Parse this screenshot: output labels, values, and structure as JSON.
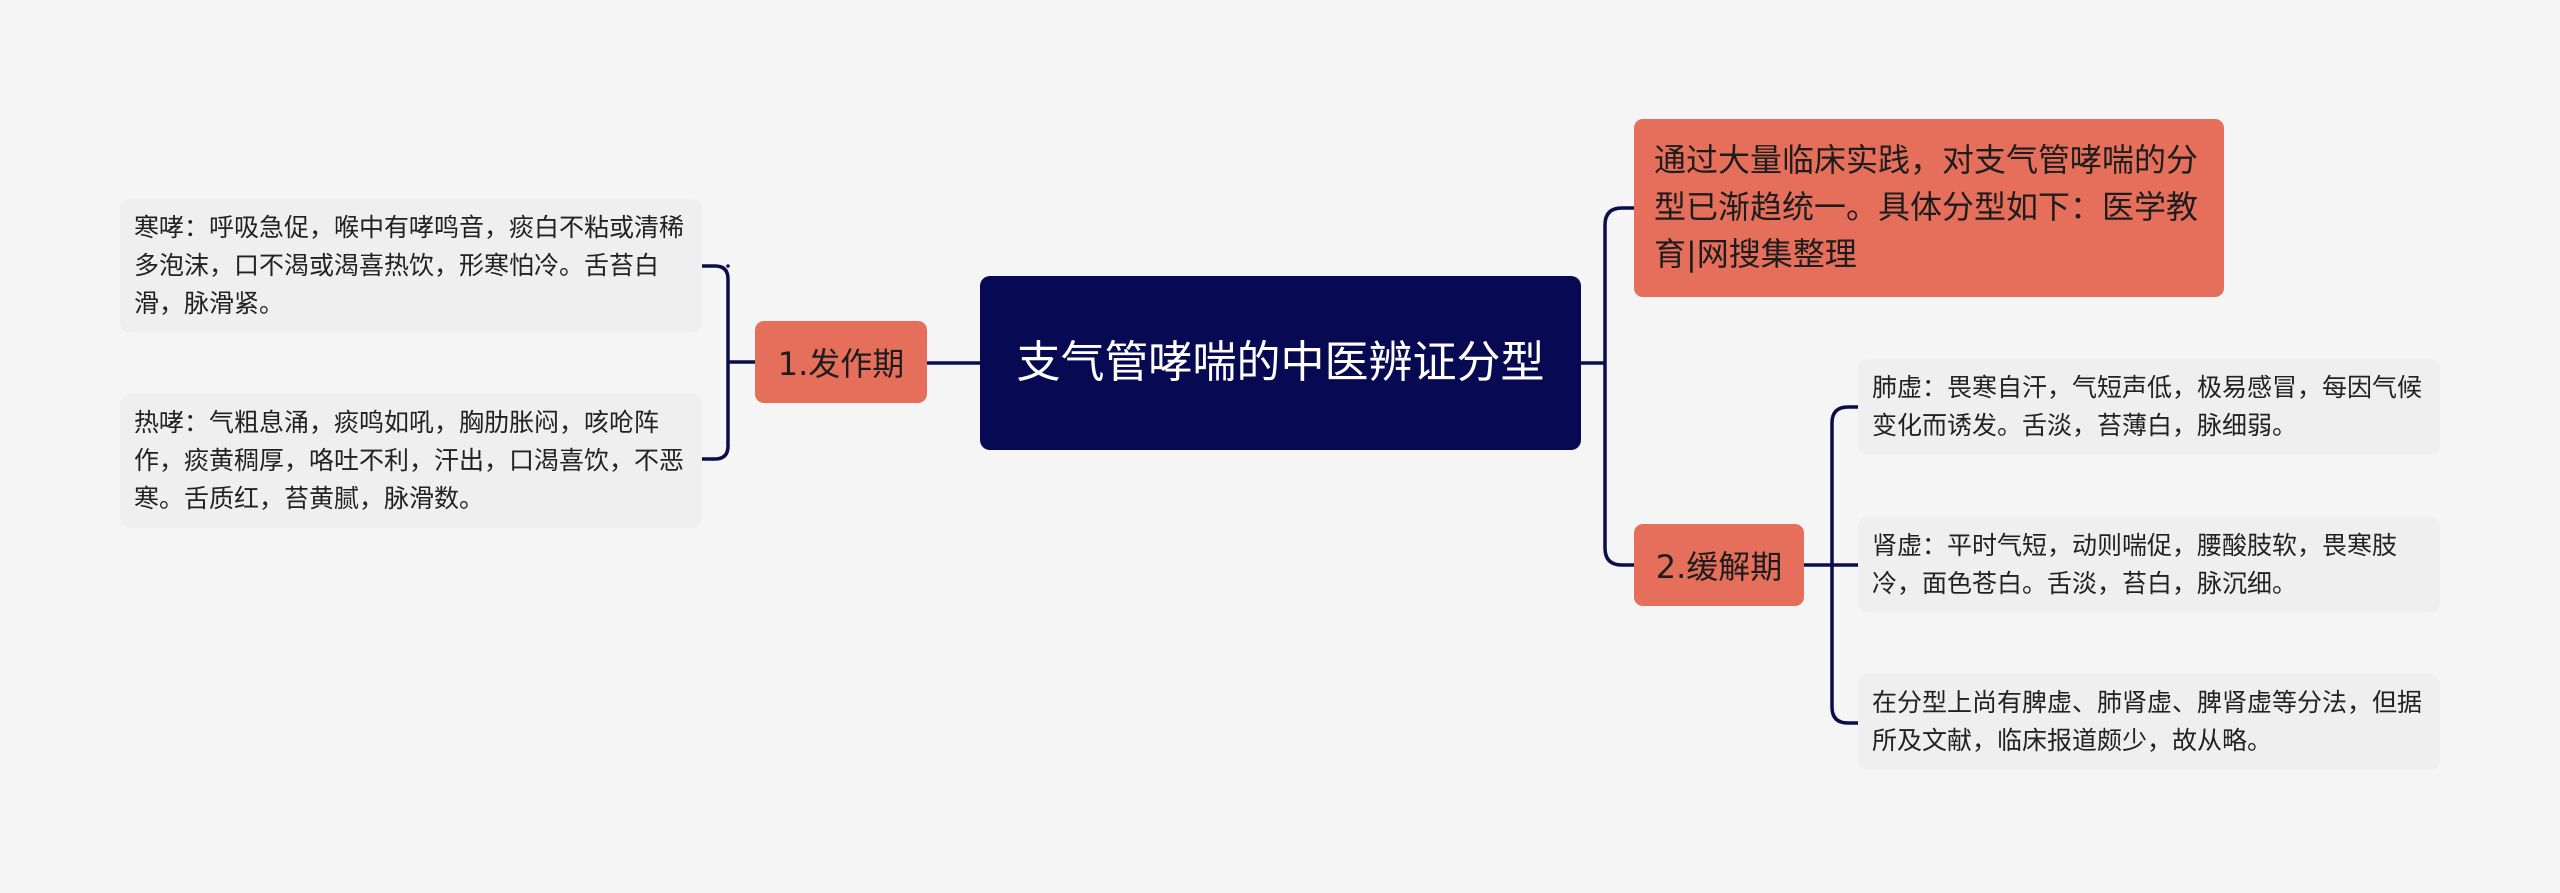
{
  "mindmap": {
    "root": "支气管哮喘的中医辨证分型",
    "top_note": "通过大量临床实践，对支气管哮喘的分型已渐趋统一。具体分型如下：医学教育|网搜集整理",
    "branch_attack": {
      "label": "1.发作期",
      "items": [
        "寒哮：呼吸急促，喉中有哮鸣音，痰白不粘或清稀多泡沫，口不渴或渴喜热饮，形寒怕冷。舌苔白滑，脉滑紧。",
        "热哮：气粗息涌，痰鸣如吼，胸肋胀闷，咳呛阵作，痰黄稠厚，咯吐不利，汗出，口渴喜饮，不恶寒。舌质红，苔黄腻，脉滑数。"
      ]
    },
    "branch_remission": {
      "label": "2.缓解期",
      "items": [
        "肺虚：畏寒自汗，气短声低，极易感冒，每因气候变化而诱发。舌淡，苔薄白，脉细弱。",
        "肾虚：平时气短，动则喘促，腰酸肢软，畏寒肢冷，面色苍白。舌淡，苔白，脉沉细。",
        "在分型上尚有脾虚、肺肾虚、脾肾虚等分法，但据所及文献，临床报道颇少，故从略。"
      ]
    }
  },
  "colors": {
    "root_fill": "#070a52",
    "branch_fill": "#e66f5b",
    "leaf_fill": "#efefef",
    "line": "#0a0d4a",
    "background": "#f5f5f5"
  }
}
